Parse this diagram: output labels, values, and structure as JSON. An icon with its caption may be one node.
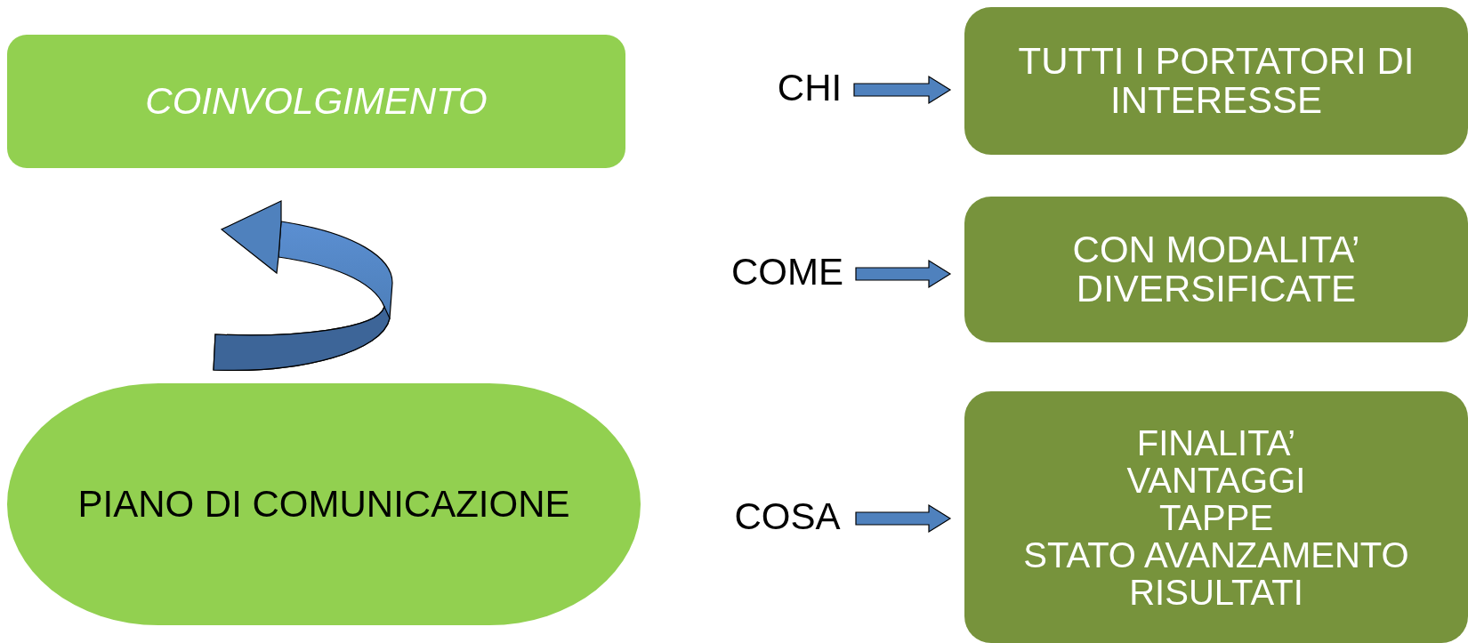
{
  "diagram": {
    "nodes": [
      {
        "text": [
          "COINVOLGIMENTO"
        ]
      },
      {
        "text": [
          "PIANO DI COMUNICAZIONE"
        ]
      },
      {
        "text": [
          "CHI"
        ]
      },
      {
        "text": [
          "TUTTI I PORTATORI DI INTERESSE"
        ]
      },
      {
        "text": [
          "COME"
        ]
      },
      {
        "text": [
          "CON MODALITA’ DIVERSIFICATE"
        ]
      },
      {
        "text": [
          "COSA"
        ]
      },
      {
        "text": [
          "FINALITA’",
          "VANTAGGI",
          "TAPPE",
          "STATO AVANZAMENTO",
          "RISULTATI"
        ]
      }
    ],
    "edges": [
      {
        "from": 1,
        "to": 0,
        "arrow": "to"
      },
      {
        "from": 2,
        "to": 3,
        "arrow": "to"
      },
      {
        "from": 4,
        "to": 5,
        "arrow": "to"
      },
      {
        "from": 6,
        "to": 7,
        "arrow": "to"
      }
    ]
  }
}
